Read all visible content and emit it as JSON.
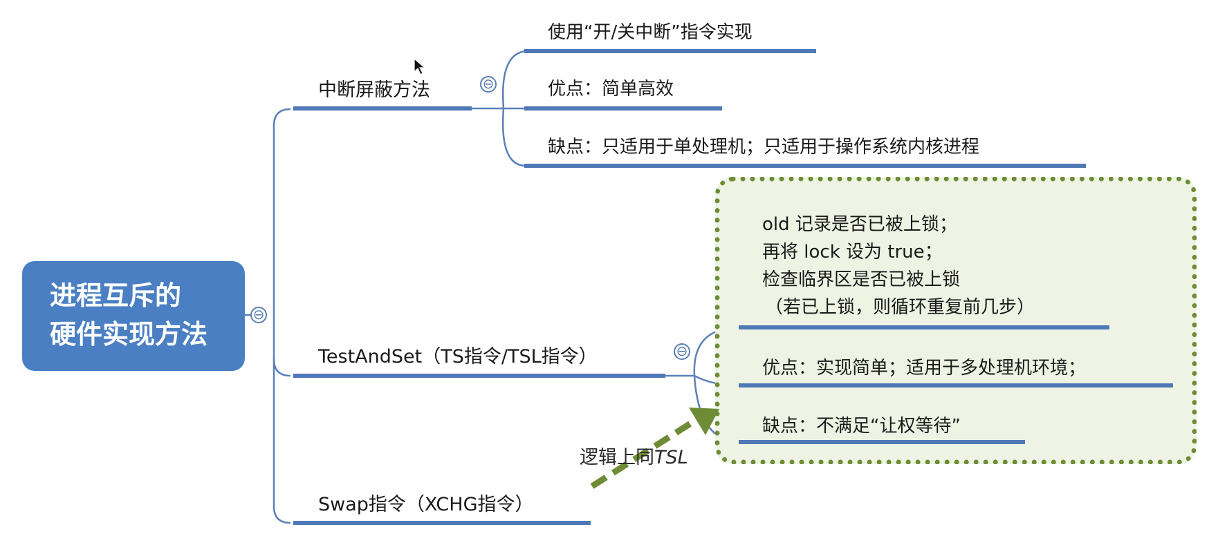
{
  "root": {
    "line1": "进程互斥的",
    "line2": "硬件实现方法"
  },
  "branches": {
    "interrupt": {
      "label": "中断屏蔽方法",
      "children": [
        "使用“开/关中断”指令实现",
        "优点：简单高效",
        "缺点：只适用于单处理机；只适用于操作系统内核进程"
      ]
    },
    "testandset": {
      "label": "TestAndSet（TS指令/TSL指令）",
      "detail": [
        "old 记录是否已被上锁；",
        "再将 lock 设为 true；",
        "检查临界区是否已被上锁",
        "（若已上锁，则循环重复前几步）"
      ],
      "pros": "优点：实现简单；适用于多处理机环境；",
      "cons": "缺点：不满足“让权等待”"
    },
    "swap": {
      "label": "Swap指令（XCHG指令）"
    }
  },
  "annotation": {
    "prefix": "逻辑上同",
    "term": "TSL"
  },
  "colors": {
    "root": "#4a7fc3",
    "line": "#5b7fb8",
    "underline": "#4e78b6",
    "greenBorder": "#6d8c35",
    "greenFill": "#eef3e3"
  },
  "icons": {
    "collapse": "⊖"
  }
}
